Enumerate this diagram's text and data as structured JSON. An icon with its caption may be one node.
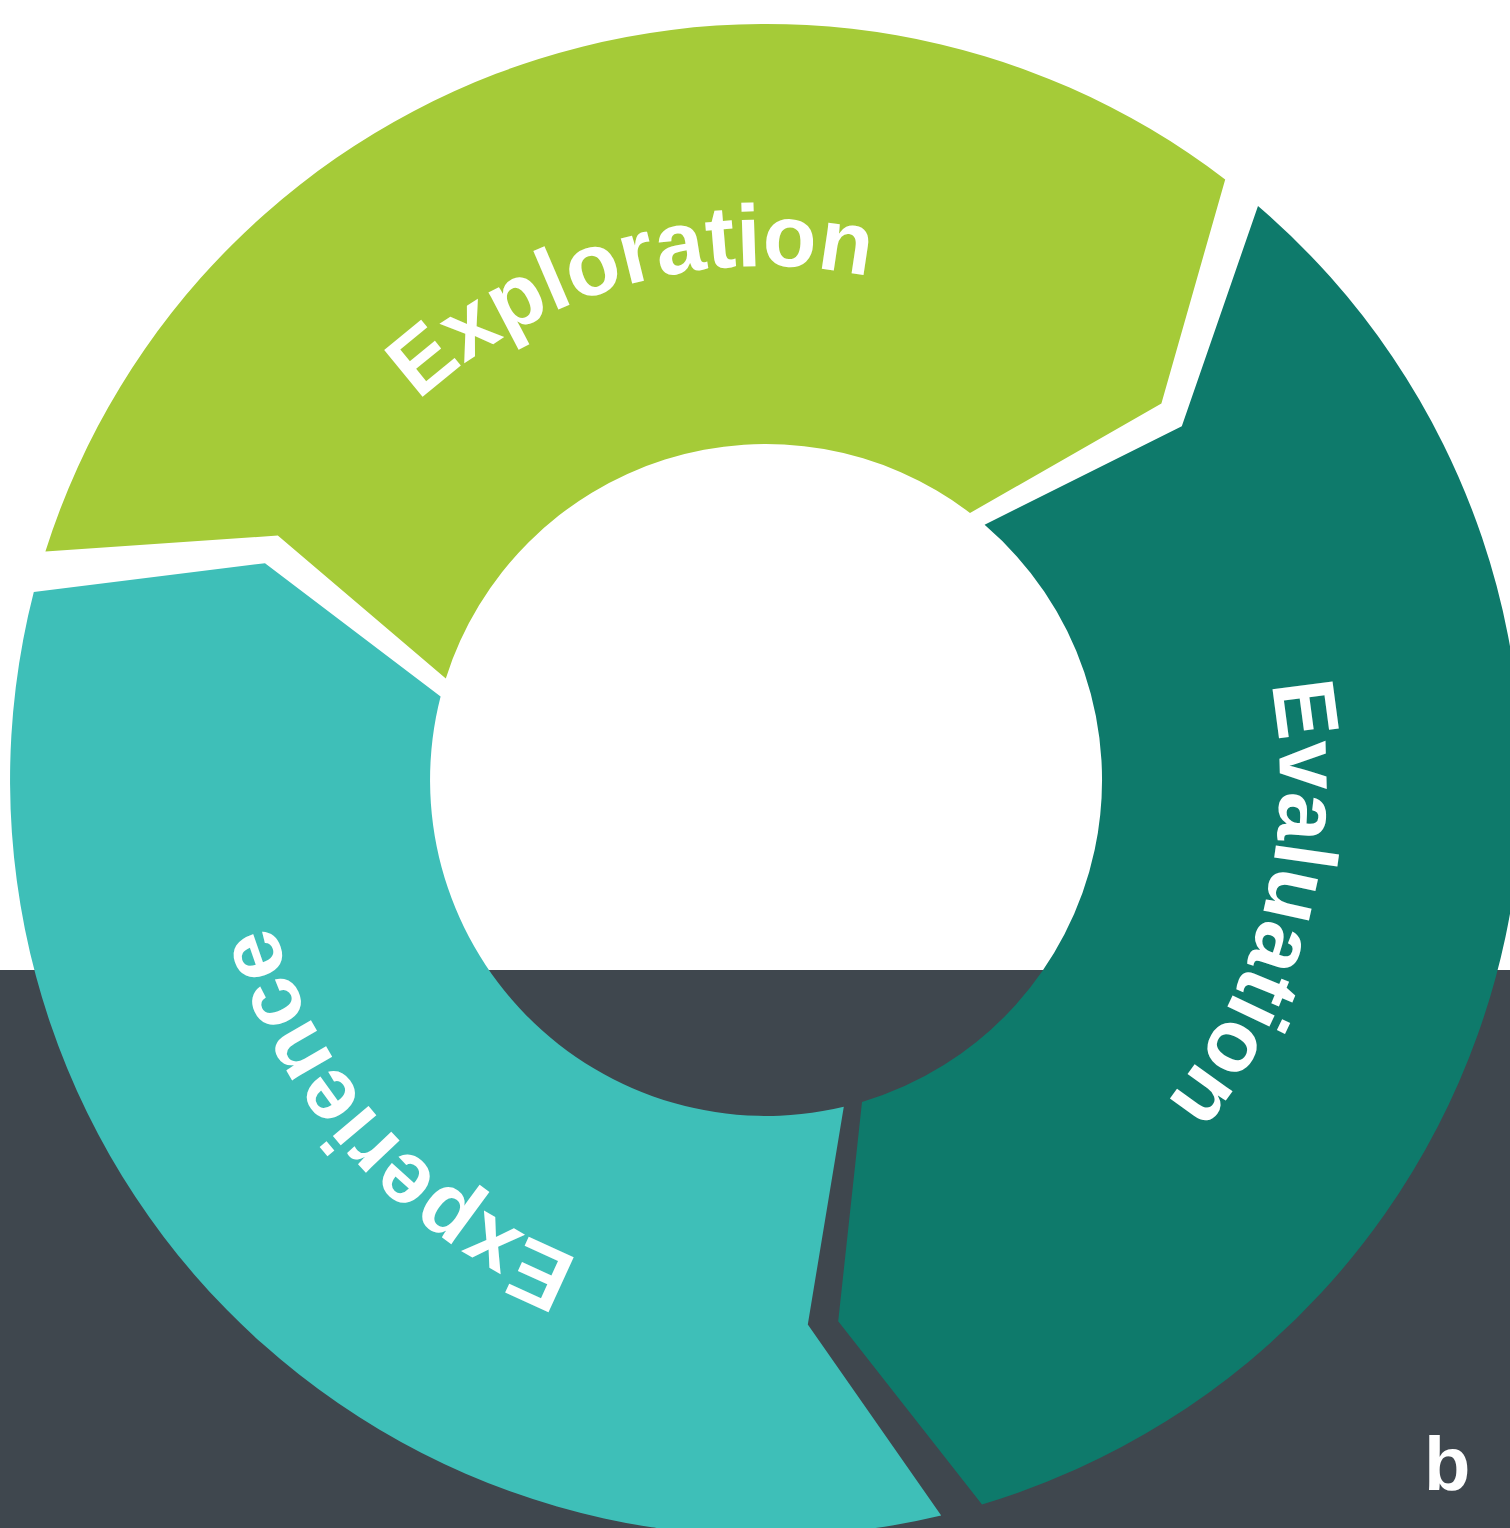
{
  "diagram": {
    "nodes": [
      {
        "text": [
          "Exploration"
        ]
      },
      {
        "text": [
          "Evaluation"
        ]
      },
      {
        "text": [
          "Experience"
        ]
      }
    ],
    "labels": [
      "b"
    ]
  }
}
